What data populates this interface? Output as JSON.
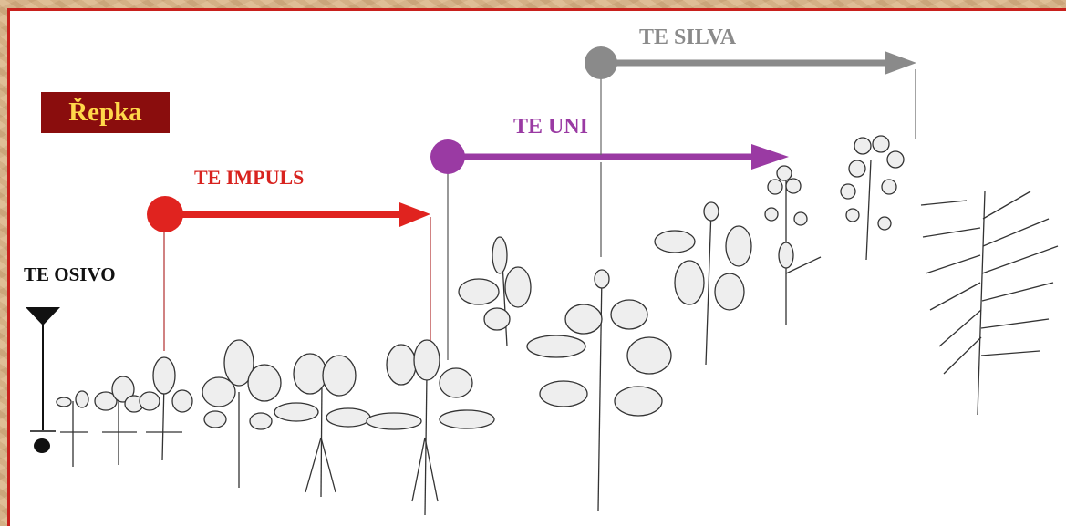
{
  "title": "Řepka",
  "stages": {
    "osivo": "TE OSIVO",
    "impuls": "TE IMPULS",
    "uni": "TE UNI",
    "silva": "TE SILVA"
  },
  "colors": {
    "title_bg": "#8a0d0d",
    "title_text": "#ffd84a",
    "impuls": "#e0231f",
    "uni": "#9a3aa3",
    "silva": "#8a8a8a",
    "osivo": "#111111",
    "frame": "#c8201c"
  }
}
